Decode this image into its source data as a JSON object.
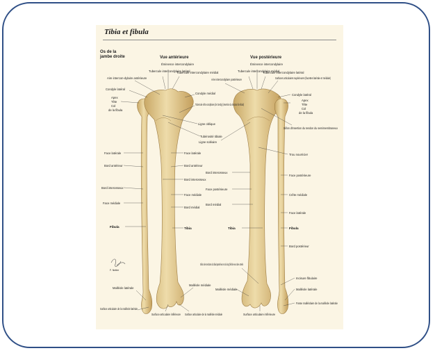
{
  "plate": {
    "title": "Tibia et fibula",
    "side_caption": [
      "Os de la",
      "jambe droite"
    ],
    "view_anterior": "Vue antérieure",
    "view_posterior": "Vue postérieure"
  },
  "colors": {
    "frame": "#2f4f86",
    "plate_bg": "#fbf5e4",
    "bone": "#e6cf98",
    "bone_shade": "#c9a866"
  },
  "anterior_labels": {
    "eminence": "Éminence intercondylaire",
    "tub_lat": "Tubercule intercondylaire latéral",
    "tub_med": "Tubercule intercondylaire médial",
    "aire": "Aire intercon-dylaire antérieure",
    "condyle_lat": "Condyle latéral",
    "condyle_med": "Condyle médial",
    "apex": "Apex",
    "tete": "Tête",
    "col": "Col",
    "fibula_part": "de la fibula",
    "tub_infra": "Tubercule infra-condylaire (de Gerdy) (insertion du tractus ilio-tibial)",
    "ligne_oblique": "Ligne oblique",
    "tuberosite": "Tubérosité tibiale",
    "face_laterale_f": "Face latérale",
    "bord_anterieur_f": "Bord antérieur",
    "bord_interosseux_f": "Bord interosseux",
    "face_mediale_f": "Face médiale",
    "fibula": "Fibula",
    "face_laterale_t": "Face latérale",
    "bord_anterieur_t": "Bord antérieur",
    "bord_interosseux_t": "Bord interosseux",
    "face_mediale_t": "Face médiale",
    "bord_medial_t": "Bord médial",
    "tibia": "Tibia",
    "malleole_lat": "Malléole latérale",
    "malleole_med": "Malléole médiale",
    "surf_art_lat": "Surface articulaire de la malléole latérale",
    "surf_art_inf": "Surface articulaire inférieure",
    "surf_art_med": "Surface articulaire de la malléole médiale"
  },
  "posterior_labels": {
    "eminence": "Éminence intercondylaire",
    "tub_med": "Tubercule intercondylaire médial",
    "tub_lat": "Tubercule intercondylaire latéral",
    "aire": "Aire intercondylaire postérieure",
    "surf_sup": "Surfaces articulaires supérieures (facettes latérale et médiale)",
    "condyle_lat": "Condyle latéral",
    "apex": "Apex",
    "tete": "Tête",
    "col": "Col",
    "fibula_part": "de la fibula",
    "sillon": "Sillon d'insertion du tendon du semimembraneux",
    "ligne_soleaire": "Ligne soléaire",
    "trou": "Trou nourricier",
    "bord_interosseux": "Bord interosseux",
    "face_post_f": "Face postérieure",
    "face_post_t": "Face postérieure",
    "crete_mediale": "Crête médiale",
    "bord_medial": "Bord médial",
    "face_laterale": "Face latérale",
    "tibia": "Tibia",
    "fibula": "Fibula",
    "bord_posterieur": "Bord postérieur",
    "sillon_tendons": "Sillon des tendons du tibial postérieur et du long fléchis-seur des orteils",
    "incisure": "Incisure fibulaire",
    "malleole_med": "Malléole médiale",
    "malleole_lat": "Malléole latérale",
    "surf_art_inf": "Surface articulaire inférieure",
    "fosse": "Fosse malléolaire de la malléole latérale"
  },
  "signature": "F. Netter"
}
